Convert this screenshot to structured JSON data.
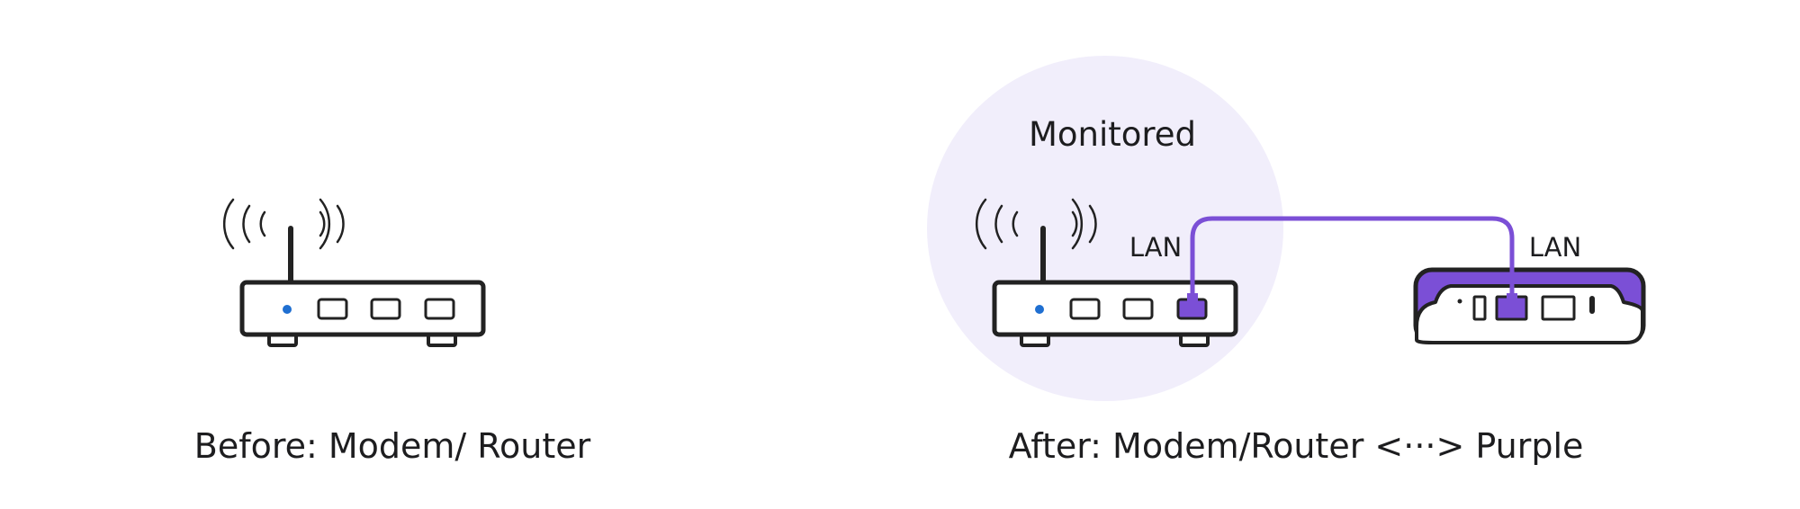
{
  "before": {
    "caption": "Before: Modem/ Router"
  },
  "after": {
    "caption": "After: Modem/Router <···> Purple",
    "highlight_label": "Monitored",
    "router_port_label": "LAN",
    "purple_port_label": "LAN"
  },
  "colors": {
    "purple": "#7b4fd6",
    "highlight_circle": "#f1eefb",
    "outline": "#222222",
    "led": "#1f6fd1",
    "device_fill": "#ffffff"
  },
  "icons": {
    "router": "wifi-router-icon",
    "purple_device": "purple-sensor-icon"
  }
}
